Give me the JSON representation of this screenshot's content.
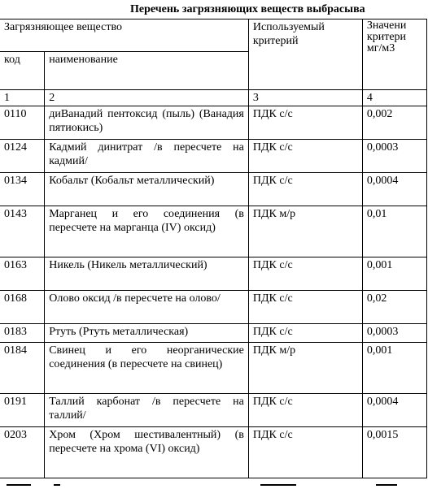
{
  "title": "Перечень загрязняющих веществ выбрасыва",
  "header": {
    "group": "Загрязняющее вещество",
    "code": "код",
    "name": "наименование",
    "criterion": "Используемый критерий",
    "value_line1": "Значени",
    "value_line2": "критери",
    "value_line3": "мг/м3",
    "num1": "1",
    "num2": "2",
    "num3": "3",
    "num4": "4"
  },
  "rows": [
    {
      "code": "0110",
      "name": "диВанадий пентоксид (пыль) (Ванадия пятиокись)",
      "criterion": "ПДК с/с",
      "value": "0,002"
    },
    {
      "code": "0124",
      "name": "Кадмий динитрат /в пересчете на кадмий/",
      "criterion": "ПДК с/с",
      "value": "0,0003"
    },
    {
      "code": "0134",
      "name": "Кобальт (Кобальт металлический)",
      "criterion": "ПДК с/с",
      "value": "0,0004"
    },
    {
      "code": "0143",
      "name": "Марганец и его соединения (в пересчете на марганца (IV) оксид)",
      "criterion": "ПДК м/р",
      "value": "0,01"
    },
    {
      "code": "0163",
      "name": "Никель (Никель металлический)",
      "criterion": "ПДК с/с",
      "value": "0,001"
    },
    {
      "code": "0168",
      "name": "Олово оксид /в пересчете на олово/",
      "criterion": "ПДК с/с",
      "value": "0,02"
    },
    {
      "code": "0183",
      "name": "Ртуть (Ртуть металлическая)",
      "criterion": "ПДК с/с",
      "value": "0,0003"
    },
    {
      "code": "0184",
      "name": "Свинец и его неорганические соединения (в пересчете на свинец)",
      "criterion": "ПДК м/р",
      "value": "0,001"
    },
    {
      "code": "0191",
      "name": "Таллий карбонат /в пересчете на таллий/",
      "criterion": "ПДК с/с",
      "value": "0,0004"
    },
    {
      "code": "0203",
      "name": "Хром (Хром шестивалентный) (в пересчете на хрома (VI) оксид)",
      "criterion": "ПДК с/с",
      "value": "0,0015"
    }
  ]
}
